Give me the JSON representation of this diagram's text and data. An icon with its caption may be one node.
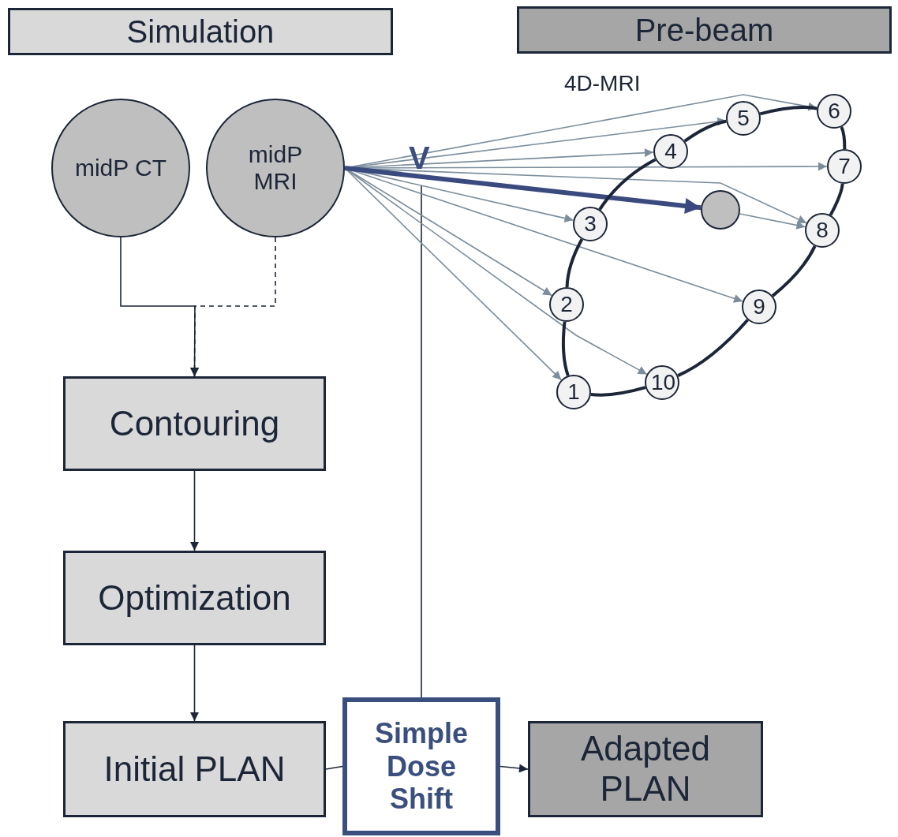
{
  "diagram": {
    "nodes": [
      {
        "text": [
          "Simulation"
        ]
      },
      {
        "text": [
          "Pre-beam"
        ]
      },
      {
        "text": [
          "midP CT"
        ]
      },
      {
        "text": [
          "midP MRI"
        ]
      },
      {
        "text": [
          "Contouring"
        ]
      },
      {
        "text": [
          "Optimization"
        ]
      },
      {
        "text": [
          "Initial PLAN"
        ]
      },
      {
        "text": [
          "Simple Dose Shift"
        ]
      },
      {
        "text": [
          "Adapted PLAN"
        ]
      },
      {
        "text": [
          "1"
        ]
      },
      {
        "text": [
          "2"
        ]
      },
      {
        "text": [
          "3"
        ]
      },
      {
        "text": [
          "4"
        ]
      },
      {
        "text": [
          "5"
        ]
      },
      {
        "text": [
          "6"
        ]
      },
      {
        "text": [
          "7"
        ]
      },
      {
        "text": [
          "8"
        ]
      },
      {
        "text": [
          "9"
        ]
      },
      {
        "text": [
          "10"
        ]
      },
      {
        "text": [],
        "shape": "circle"
      }
    ],
    "edges": [
      {
        "from": 2,
        "to": 4,
        "arrow": "to",
        "color": "#1c2638"
      },
      {
        "from": 3,
        "to": 4,
        "arrow": "to",
        "style": "dashed",
        "color": "#1c2638"
      },
      {
        "from": 4,
        "to": 5,
        "arrow": "to",
        "color": "#1c2638"
      },
      {
        "from": 5,
        "to": 6,
        "arrow": "to",
        "color": "#1c2638"
      },
      {
        "from": 6,
        "to": 7,
        "arrow": "none",
        "color": "#1c2638"
      },
      {
        "from": 7,
        "to": 8,
        "arrow": "to",
        "color": "#1c2638"
      },
      {
        "from": 7,
        "to": null,
        "arrow": "none",
        "color": "#1c2638"
      },
      {
        "from": 3,
        "to": 9,
        "arrow": "to",
        "color": "#7b8d9c"
      },
      {
        "from": 3,
        "to": 10,
        "arrow": "to",
        "color": "#7b8d9c"
      },
      {
        "from": 3,
        "to": 11,
        "arrow": "to",
        "color": "#7b8d9c"
      },
      {
        "from": 3,
        "to": 12,
        "arrow": "to",
        "color": "#7b8d9c"
      },
      {
        "from": 3,
        "to": 13,
        "arrow": "to",
        "color": "#7b8d9c"
      },
      {
        "from": 3,
        "to": 14,
        "arrow": "to",
        "color": "#7b8d9c"
      },
      {
        "from": 3,
        "to": 15,
        "arrow": "to",
        "color": "#7b8d9c"
      },
      {
        "from": 3,
        "to": 16,
        "arrow": "to",
        "color": "#7b8d9c"
      },
      {
        "from": 3,
        "to": 17,
        "arrow": "to",
        "color": "#7b8d9c"
      },
      {
        "from": 3,
        "to": 18,
        "arrow": "to",
        "color": "#7b8d9c"
      },
      {
        "from": 3,
        "to": 19,
        "arrow": "to",
        "style": "thick",
        "color": "#3b4a7e"
      },
      {
        "from": 19,
        "to": 16,
        "arrow": "to",
        "color": "#7b8d9c"
      },
      {
        "from": 9,
        "to": 10,
        "arrow": "none",
        "style": "thick",
        "color": "#1c2638"
      },
      {
        "from": 10,
        "to": 11,
        "arrow": "none",
        "style": "thick",
        "color": "#1c2638"
      },
      {
        "from": 11,
        "to": 12,
        "arrow": "none",
        "style": "thick",
        "color": "#1c2638"
      },
      {
        "from": 12,
        "to": 13,
        "arrow": "none",
        "style": "thick",
        "color": "#1c2638"
      },
      {
        "from": 13,
        "to": 14,
        "arrow": "none",
        "style": "thick",
        "color": "#1c2638"
      },
      {
        "from": 14,
        "to": 15,
        "arrow": "none",
        "style": "thick",
        "color": "#1c2638"
      },
      {
        "from": 15,
        "to": 16,
        "arrow": "none",
        "style": "thick",
        "color": "#1c2638"
      },
      {
        "from": 16,
        "to": 17,
        "arrow": "none",
        "style": "thick",
        "color": "#1c2638"
      },
      {
        "from": 17,
        "to": 18,
        "arrow": "none",
        "style": "thick",
        "color": "#1c2638"
      },
      {
        "from": 18,
        "to": 9,
        "arrow": "none",
        "style": "thick",
        "color": "#1c2638"
      }
    ],
    "labels": [
      "4D-MRI",
      "V"
    ]
  }
}
